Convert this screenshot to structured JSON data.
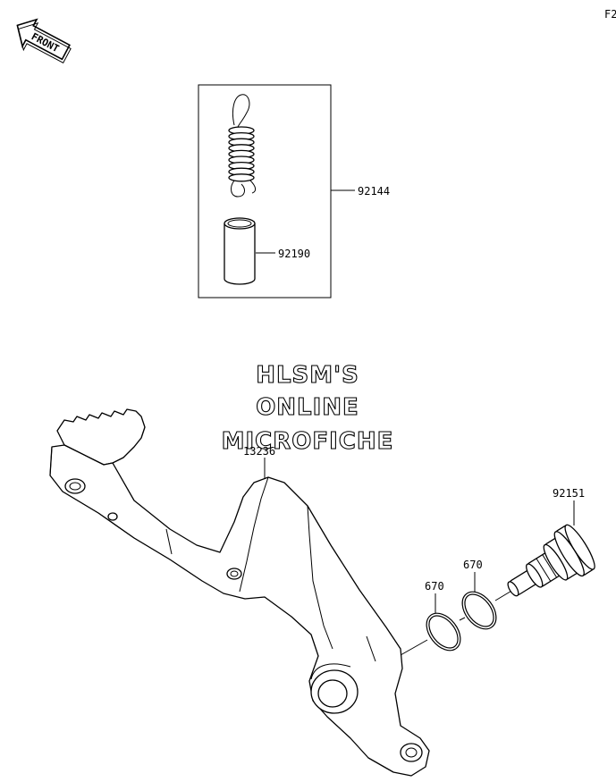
{
  "page_code": "F2",
  "front_label": "FRONT",
  "watermark": [
    "HLSM'S",
    "ONLINE",
    "MICROFICHE"
  ],
  "parts": {
    "spring_set": "92144",
    "collar": "92190",
    "brake_pedal": "13236",
    "o_ring_outer": "670",
    "o_ring_inner": "670",
    "pivot_shaft": "92151"
  }
}
